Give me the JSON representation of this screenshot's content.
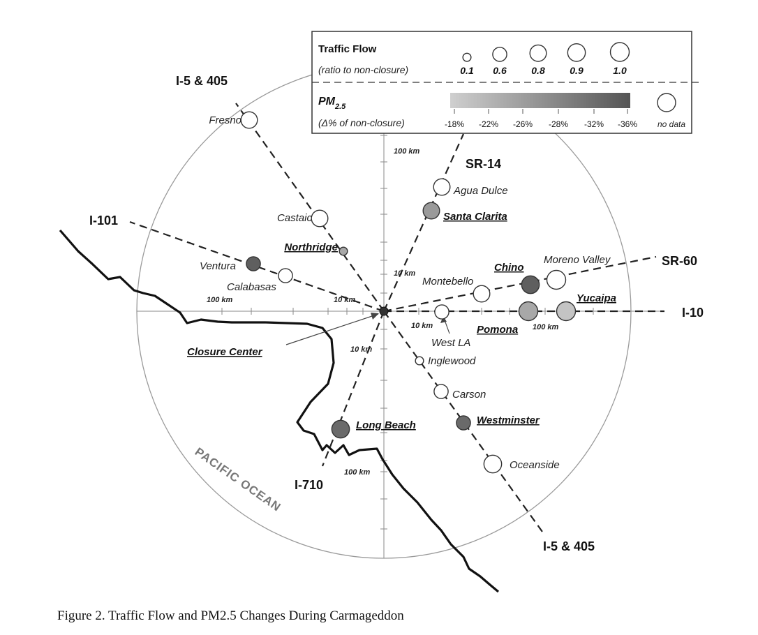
{
  "figure": {
    "caption": "Figure 2. Traffic Flow and PM2.5 Changes During Carmageddon",
    "center_label": "Closure Center",
    "ocean_label": "PACIFIC OCEAN",
    "colors": {
      "line": "#222222",
      "circle_outline": "#888888"
    }
  },
  "legend": {
    "traffic_title": "Traffic Flow",
    "traffic_subtitle": "(ratio to non-closure)",
    "traffic_sizes": [
      {
        "label": "0.1",
        "ratio": 0.1
      },
      {
        "label": "0.6",
        "ratio": 0.6
      },
      {
        "label": "0.8",
        "ratio": 0.8
      },
      {
        "label": "0.9",
        "ratio": 0.9
      },
      {
        "label": "1.0",
        "ratio": 1.0
      }
    ],
    "pm_title_main": "PM",
    "pm_title_sub": "2.5",
    "pm_subtitle": "(Δ% of non-closure)",
    "pm_ticks": [
      "-18%",
      "-22%",
      "-26%",
      "-28%",
      "-32%",
      "-36%"
    ],
    "pm_gradient": [
      "#cfcfcf",
      "#555555"
    ],
    "no_data_label": "no data"
  },
  "freeways": [
    {
      "label": "I-5 & 405",
      "name": "i5-405-north"
    },
    {
      "label": "SR-14",
      "name": "sr14"
    },
    {
      "label": "I-101",
      "name": "i101"
    },
    {
      "label": "SR-60",
      "name": "sr60"
    },
    {
      "label": "I-10",
      "name": "i10"
    },
    {
      "label": "I-710",
      "name": "i710"
    },
    {
      "label": "I-5 & 405",
      "name": "i5-405-south"
    }
  ],
  "distance_labels": [
    "100 km",
    "10 km",
    "10 km",
    "100 km",
    "10 km",
    "100 km",
    "10 km",
    "100 km"
  ],
  "sites": [
    {
      "name": "Fresno",
      "underlined": false,
      "fill": "#ffffff",
      "flow": 0.8
    },
    {
      "name": "Castaic",
      "underlined": false,
      "fill": "#ffffff",
      "flow": 0.8
    },
    {
      "name": "Northridge",
      "underlined": true,
      "fill": "#a8a8a8",
      "flow": 0.1
    },
    {
      "name": "Ventura",
      "underlined": false,
      "fill": "#5f5f5f",
      "flow": 0.6
    },
    {
      "name": "Calabasas",
      "underlined": false,
      "fill": "#ffffff",
      "flow": 0.6
    },
    {
      "name": "Agua Dulce",
      "underlined": false,
      "fill": "#ffffff",
      "flow": 0.8
    },
    {
      "name": "Santa Clarita",
      "underlined": true,
      "fill": "#9a9a9a",
      "flow": 0.8
    },
    {
      "name": "Montebello",
      "underlined": false,
      "fill": "#ffffff",
      "flow": 0.8
    },
    {
      "name": "Chino",
      "underlined": true,
      "fill": "#5f5f5f",
      "flow": 0.9
    },
    {
      "name": "Moreno Valley",
      "underlined": false,
      "fill": "#ffffff",
      "flow": 1.0
    },
    {
      "name": "Yucaipa",
      "underlined": true,
      "fill": "#c4c4c4",
      "flow": 1.0
    },
    {
      "name": "Pomona",
      "underlined": true,
      "fill": "#a8a8a8",
      "flow": 1.0
    },
    {
      "name": "West LA",
      "underlined": false,
      "fill": "#ffffff",
      "flow": 0.6
    },
    {
      "name": "Inglewood",
      "underlined": false,
      "fill": "#ffffff",
      "flow": 0.1
    },
    {
      "name": "Carson",
      "underlined": false,
      "fill": "#ffffff",
      "flow": 0.6
    },
    {
      "name": "Westminster",
      "underlined": true,
      "fill": "#6a6a6a",
      "flow": 0.6
    },
    {
      "name": "Oceanside",
      "underlined": false,
      "fill": "#ffffff",
      "flow": 0.9
    },
    {
      "name": "Long Beach",
      "underlined": true,
      "fill": "#6a6a6a",
      "flow": 0.9
    }
  ]
}
